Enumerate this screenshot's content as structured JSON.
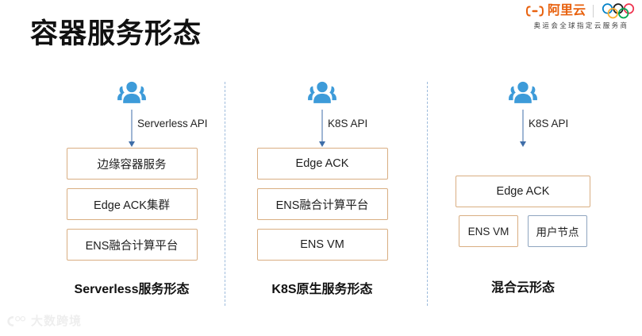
{
  "brand": {
    "logo_text": "阿里云",
    "logo_icon": "alibaba-cloud-mark",
    "rings_icon": "olympic-rings-icon",
    "subtitle": "奥运会全球指定云服务商",
    "logo_color": "#e8610e"
  },
  "page_title": "容器服务形态",
  "columns": [
    {
      "user_icon": "users-group-icon",
      "api_label": "Serverless API",
      "boxes": [
        {
          "label": "边缘容器服务",
          "border_color": "#d9ae82"
        },
        {
          "label": "Edge ACK集群",
          "border_color": "#d9ae82"
        },
        {
          "label": "ENS融合计算平台",
          "border_color": "#d9ae82"
        }
      ],
      "label": "Serverless服务形态"
    },
    {
      "user_icon": "users-group-icon",
      "api_label": "K8S API",
      "boxes": [
        {
          "label": "Edge ACK",
          "border_color": "#d9ae82"
        },
        {
          "label": "ENS融合计算平台",
          "border_color": "#d9ae82"
        },
        {
          "label": "ENS VM",
          "border_color": "#d9ae82"
        }
      ],
      "label": "K8S原生服务形态"
    },
    {
      "user_icon": "users-group-icon",
      "api_label": "K8S API",
      "boxes": [
        {
          "label": "Edge ACK",
          "border_color": "#d9ae82"
        },
        {
          "label": "ENS VM",
          "border_color": "#d9ae82"
        },
        {
          "label": "用户节点",
          "border_color": "#8fa5bf"
        }
      ],
      "label": "混合云形态"
    }
  ],
  "watermark": {
    "text": "大数跨境",
    "icon": "watermark-logo-icon"
  },
  "colors": {
    "accent_orange": "#e8610e",
    "box_border": "#d9ae82",
    "box_border_blue": "#8fa5bf",
    "arrow_blue": "#3f6ea8",
    "icon_blue": "#3d9bd9",
    "divider": "#9dbbdc"
  }
}
